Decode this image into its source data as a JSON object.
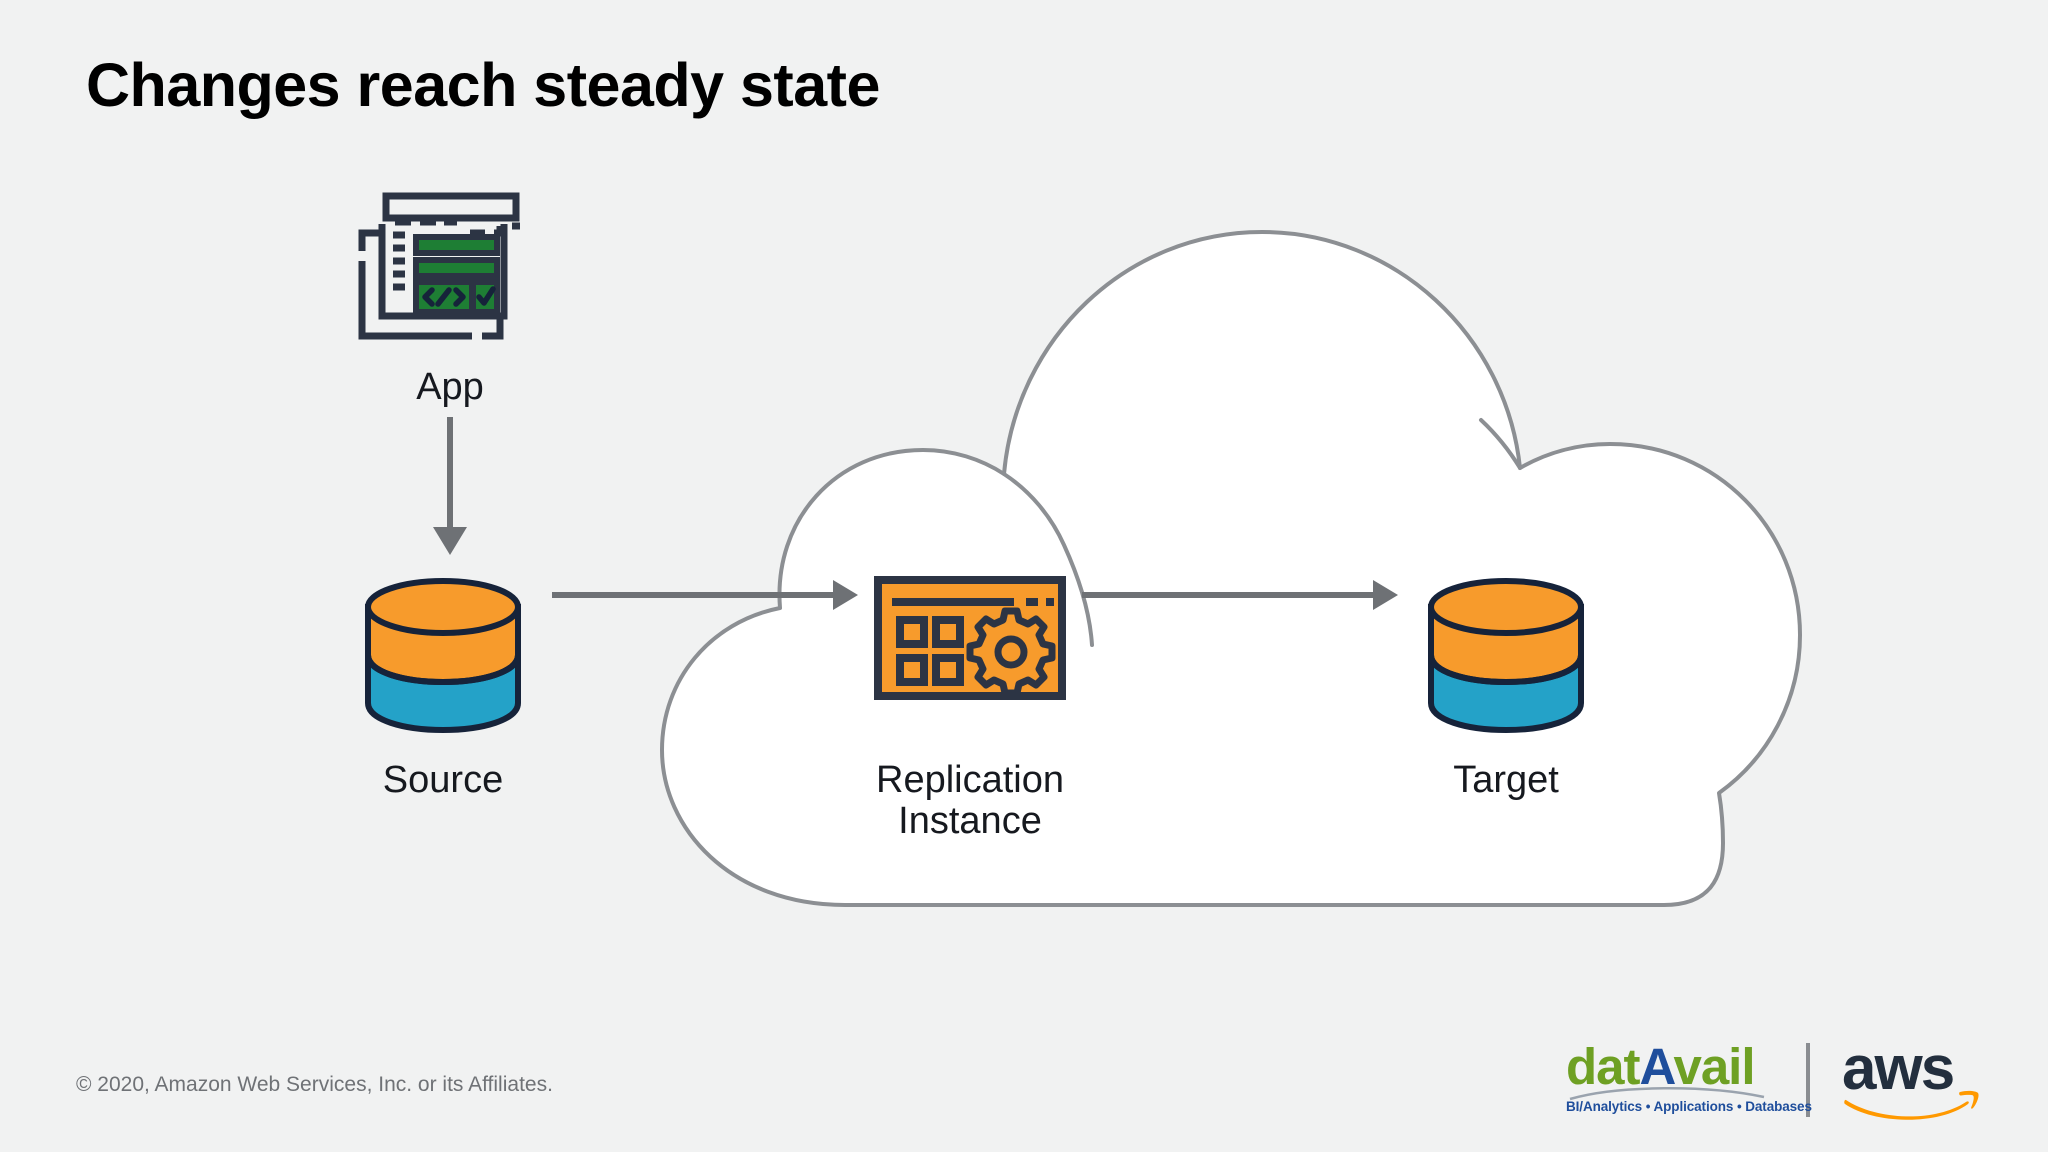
{
  "slide": {
    "title": "Changes reach steady state",
    "background_color": "#f1f2f2"
  },
  "diagram": {
    "app": {
      "label": "App",
      "icon": "app-window-code-icon",
      "accent_color": "#1e7e34",
      "outline_color": "#2c3444"
    },
    "source": {
      "label": "Source",
      "icon": "database-cylinder-icon",
      "top_color": "#f79b2c",
      "bottom_color": "#24a2c8",
      "outline_color": "#16233a"
    },
    "replication_instance": {
      "label_line1": "Replication",
      "label_line2": "Instance",
      "icon": "replication-instance-gear-icon",
      "fill_color": "#f79b2c",
      "outline_color": "#2c3444"
    },
    "target": {
      "label": "Target",
      "icon": "database-cylinder-icon",
      "top_color": "#f79b2c",
      "bottom_color": "#24a2c8",
      "outline_color": "#16233a"
    },
    "cloud": {
      "name": "aws-cloud-boundary",
      "fill_color": "#ffffff",
      "stroke_color": "#8c8f93"
    },
    "arrows": {
      "app_to_source": "arrow-down",
      "source_to_replication": "arrow-right",
      "replication_to_target": "arrow-right",
      "color": "#6e7175"
    }
  },
  "footer": {
    "copyright": "© 2020, Amazon Web Services, Inc. or its Affiliates.",
    "datavail": {
      "word_part1": "dat",
      "word_part2": "A",
      "word_part3": "vail",
      "tagline": "BI/Analytics • Applications • Databases",
      "green": "#6ea023",
      "blue": "#1f4e9c"
    },
    "aws": {
      "wordmark": "aws",
      "dark": "#232f3e",
      "orange": "#f90"
    }
  }
}
